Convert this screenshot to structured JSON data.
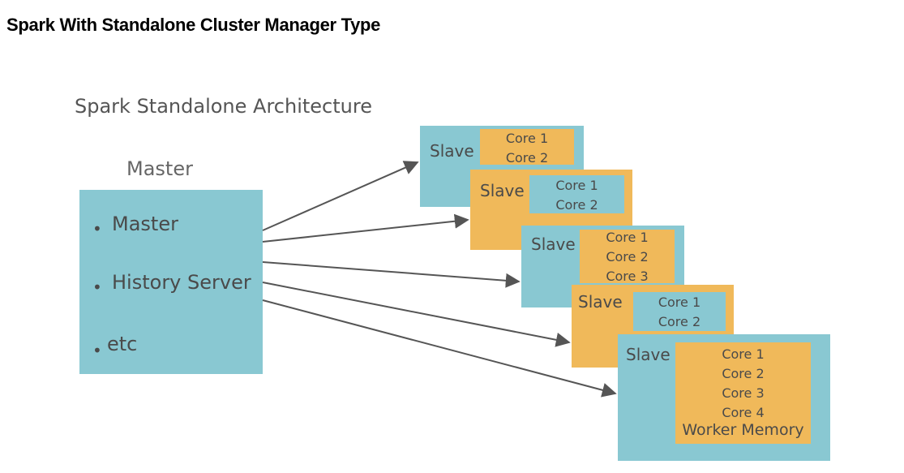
{
  "page_title": "Spark With Standalone Cluster Manager Type",
  "diagram_title": "Spark Standalone Architecture",
  "master": {
    "heading": "Master",
    "items": [
      "Master",
      "History Server",
      "etc"
    ],
    "bullet": "•"
  },
  "slaves": [
    {
      "label": "Slave",
      "cores": [
        "Core 1",
        "Core 2"
      ]
    },
    {
      "label": "Slave",
      "cores": [
        "Core 1",
        "Core 2"
      ]
    },
    {
      "label": "Slave",
      "cores": [
        "Core 1",
        "Core 2",
        "Core 3"
      ]
    },
    {
      "label": "Slave",
      "cores": [
        "Core 1",
        "Core 2"
      ]
    },
    {
      "label": "Slave",
      "cores": [
        "Core 1",
        "Core 2",
        "Core 3",
        "Core 4"
      ],
      "memory": "Worker Memory"
    }
  ],
  "colors": {
    "teal": "#89c8d2",
    "orange": "#f0b95a",
    "arrow": "#555555"
  }
}
